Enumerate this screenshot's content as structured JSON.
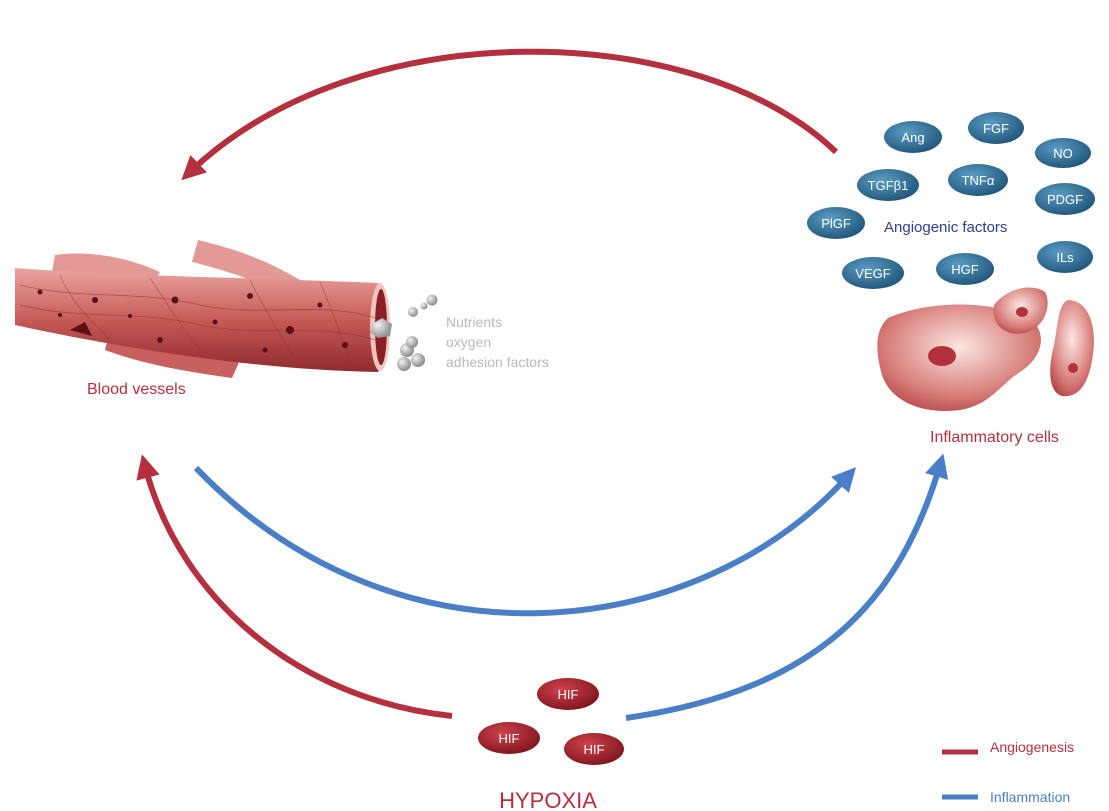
{
  "labels": {
    "blood_vessels": "Blood vessels",
    "inflammatory_cells": "Inflammatory cells",
    "angiogenic_factors": "Angiogenic factors",
    "hypoxia": "HYPOXIA"
  },
  "nutrients": [
    "Nutrients",
    "oxygen",
    "adhesion  factors"
  ],
  "factors": [
    "Ang",
    "FGF",
    "NO",
    "TGFβ1",
    "TNFα",
    "PDGF",
    "PlGF",
    "VEGF",
    "HGF",
    "ILs"
  ],
  "hif": [
    "HIF",
    "HIF",
    "HIF"
  ],
  "legend": {
    "angiogenesis": "Angiogenesis",
    "inflammation": "Inflammation"
  },
  "colors": {
    "angiogenesis": "#b5303e",
    "inflammation": "#4a7fc7",
    "factor_pill": "#2c6a8f",
    "hif_pill": "#a8222c"
  }
}
